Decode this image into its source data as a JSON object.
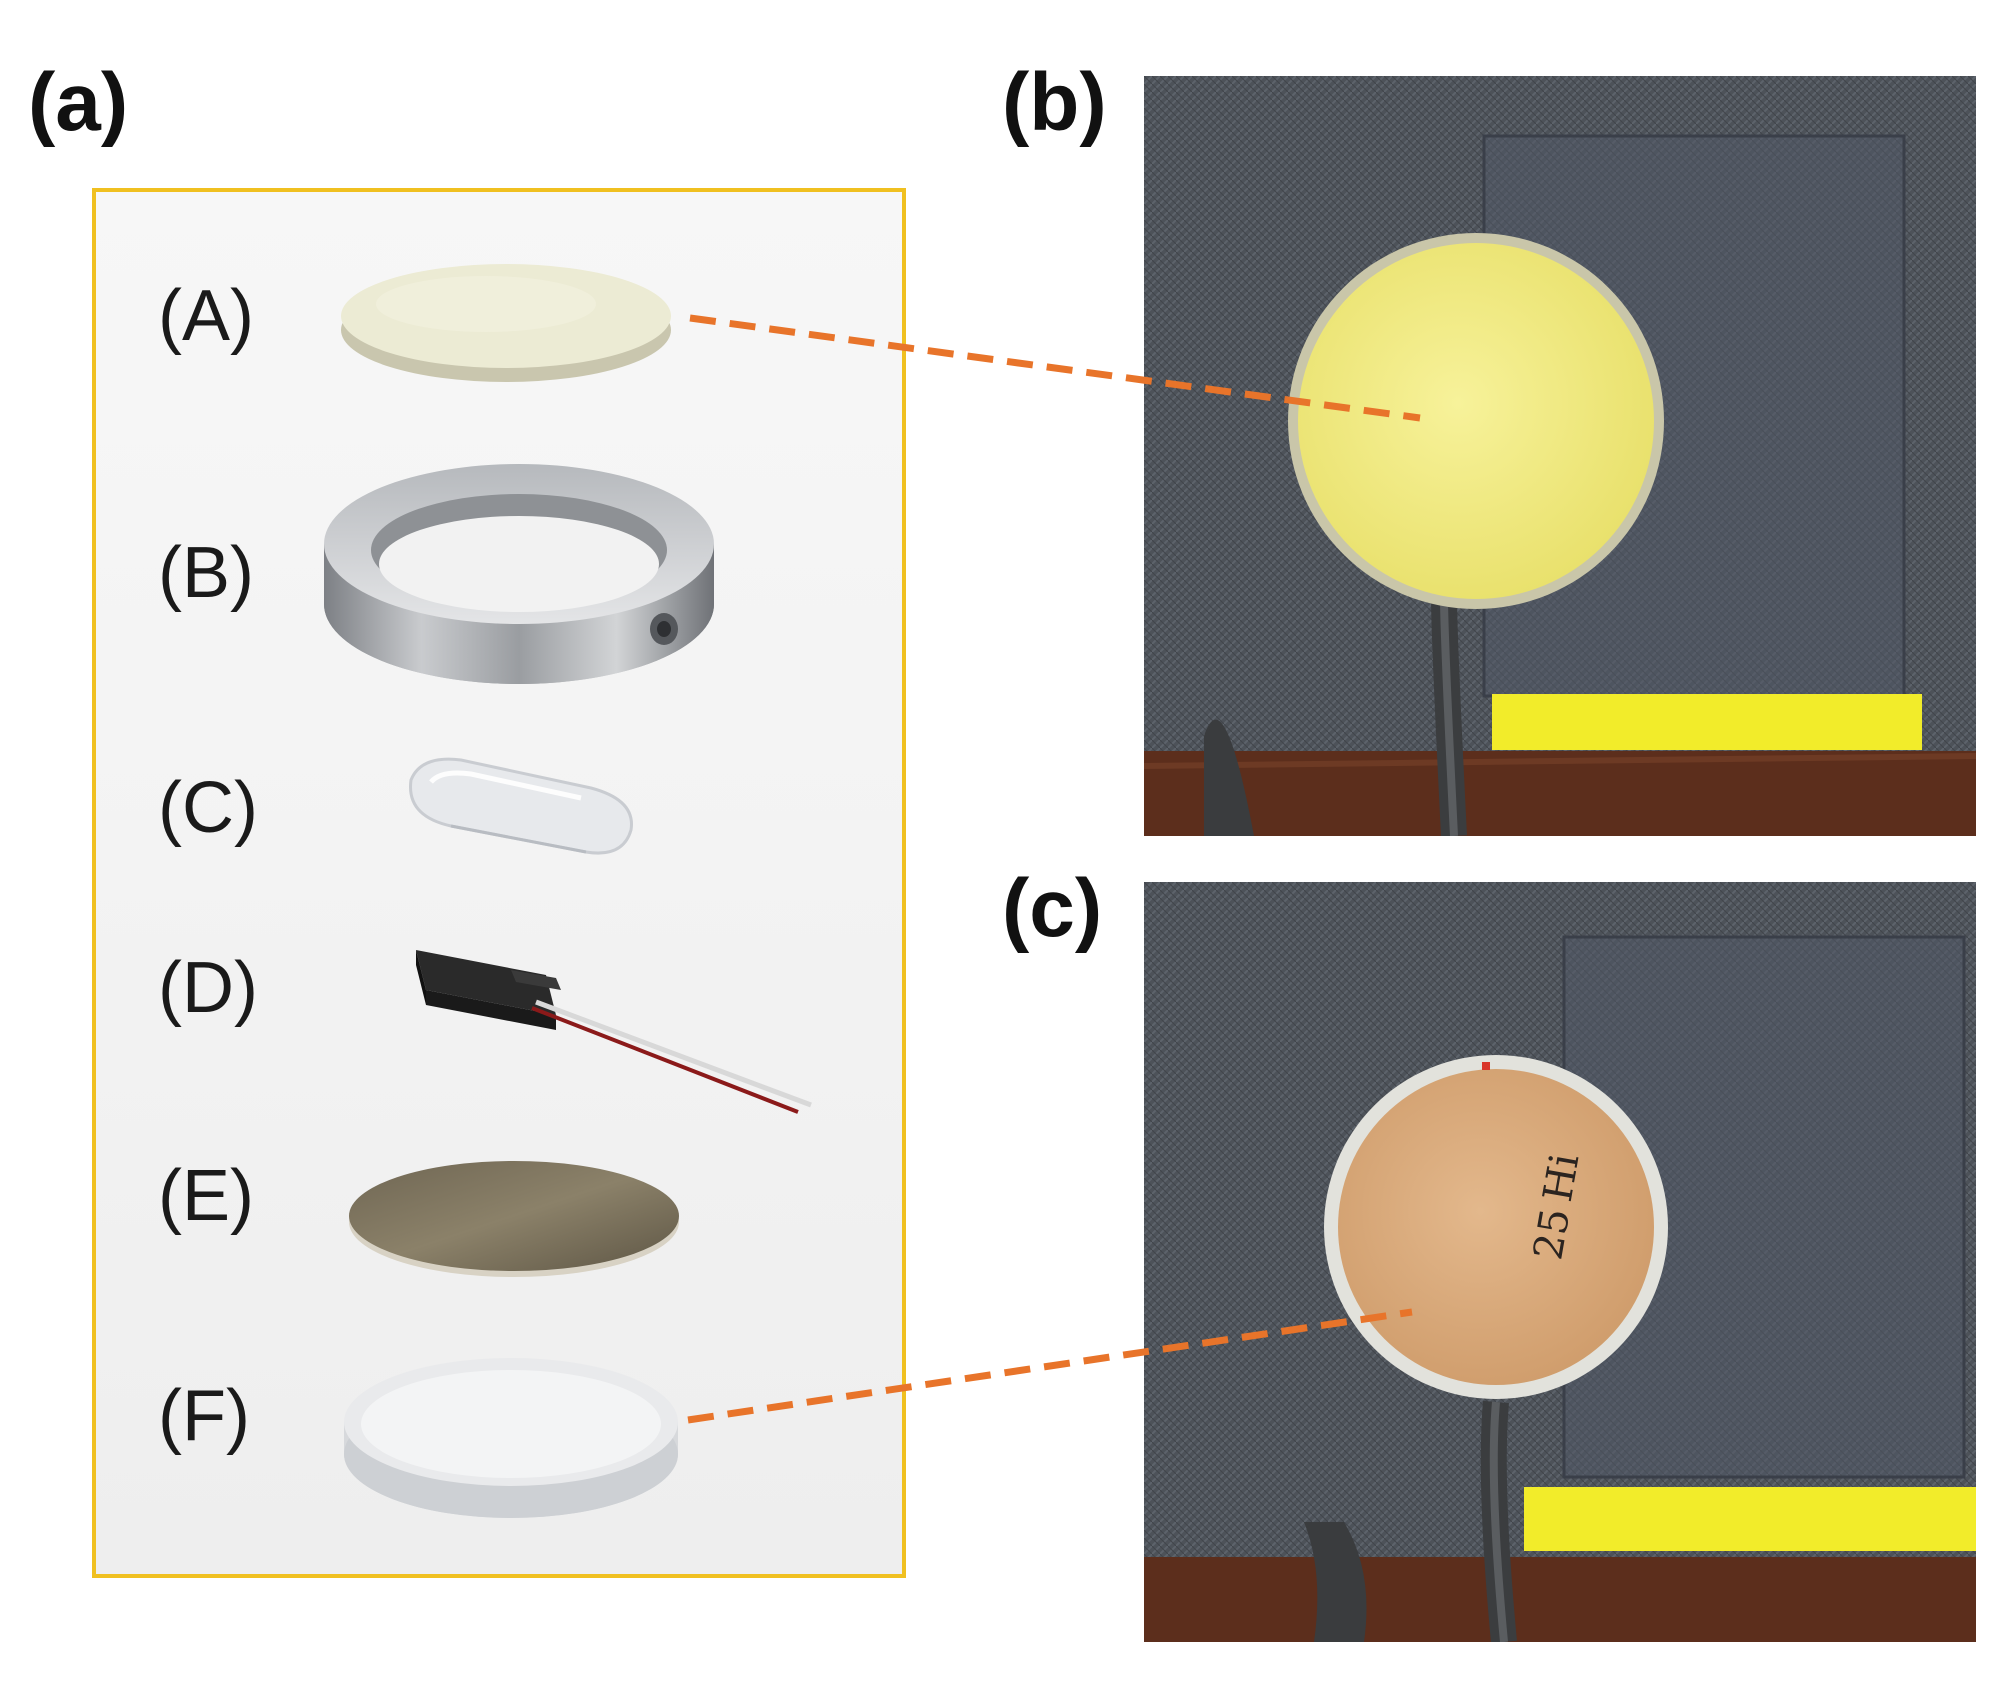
{
  "panels": {
    "a": {
      "letter": "(a)"
    },
    "b": {
      "letter": "(b)"
    },
    "c": {
      "letter": "(c)"
    }
  },
  "parts": [
    {
      "label": "(A)",
      "icon": "top-disc-icon"
    },
    {
      "label": "(B)",
      "icon": "metal-ring-icon"
    },
    {
      "label": "(C)",
      "icon": "clear-capsule-icon"
    },
    {
      "label": "(D)",
      "icon": "sensor-chip-icon"
    },
    {
      "label": "(E)",
      "icon": "piezo-disc-icon"
    },
    {
      "label": "(F)",
      "icon": "clear-base-disc-icon"
    }
  ],
  "photo_c": {
    "handwriting": [
      "Hi",
      "25"
    ]
  },
  "colors": {
    "frame": "#f0c020",
    "connector": "#e8742a",
    "disc_top": "#ecebd4",
    "yellow_pad": "#f4ef8a",
    "copper_pad": "#dcae7e",
    "fabric": "#4a4f55"
  }
}
